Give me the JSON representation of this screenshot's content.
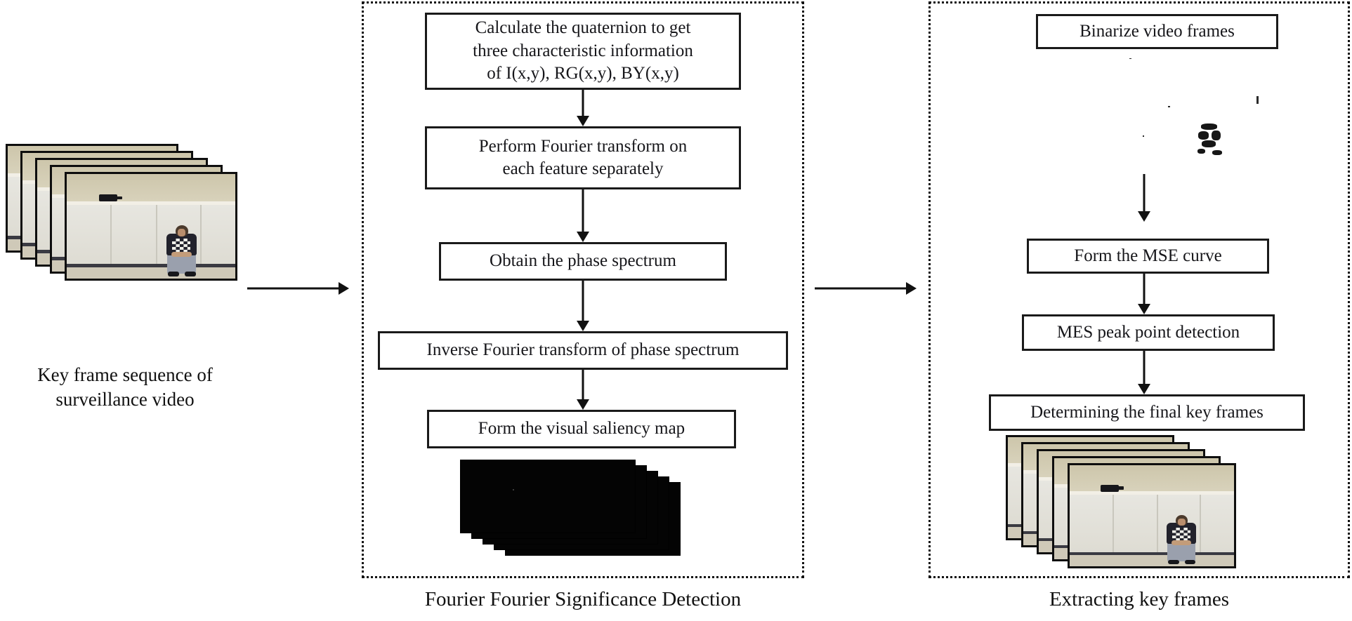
{
  "diagram": {
    "title": "Key frame extraction pipeline for surveillance video",
    "colors": {
      "line": "#111111",
      "box_border": "#1a1a1a",
      "box_fill": "#ffffff",
      "panel_border": "#111111",
      "saliency_frame": "#040404",
      "binary_frame": "#ffffff"
    }
  },
  "input_stage": {
    "caption_line1": "Key frame sequence of",
    "caption_line2": "surveillance video",
    "frame_count": 5,
    "frame_type": "color-surveillance-frame"
  },
  "arrows": {
    "input_to_fourier": "arrow-right",
    "fourier_to_extract": "arrow-right",
    "step_connector": "arrow-down"
  },
  "fourier_panel": {
    "caption": "Fourier Fourier Significance Detection",
    "steps": [
      {
        "id": "quaternion",
        "lines": [
          "Calculate the quaternion to get",
          "three characteristic information",
          "of I(x,y), RG(x,y), BY(x,y)"
        ]
      },
      {
        "id": "fourier-transform",
        "lines": [
          "Perform Fourier transform on",
          "each feature separately"
        ]
      },
      {
        "id": "phase-spectrum",
        "lines": [
          "Obtain the phase spectrum"
        ]
      },
      {
        "id": "inverse-fourier",
        "lines": [
          "Inverse Fourier transform of phase spectrum"
        ]
      },
      {
        "id": "saliency-map",
        "lines": [
          "Form the visual saliency map"
        ]
      }
    ],
    "output_stack": {
      "label": "saliency-map-frames",
      "frame_count": 5,
      "frame_type": "dark-saliency-frame"
    }
  },
  "extract_panel": {
    "caption": "Extracting key frames",
    "steps": [
      {
        "id": "binarize",
        "lines": [
          "Binarize video frames"
        ]
      },
      {
        "id": "mse-curve",
        "lines": [
          "Form the MSE curve"
        ]
      },
      {
        "id": "peak-detection",
        "lines": [
          "MES peak point detection"
        ]
      },
      {
        "id": "final-key-frames",
        "lines": [
          "Determining the final key frames"
        ]
      }
    ],
    "binary_stack": {
      "label": "binarized-frames",
      "frame_count": 5,
      "frame_type": "binary-white-frame"
    },
    "result_stack": {
      "label": "final-key-frames",
      "frame_count": 5,
      "frame_type": "color-surveillance-frame"
    }
  }
}
